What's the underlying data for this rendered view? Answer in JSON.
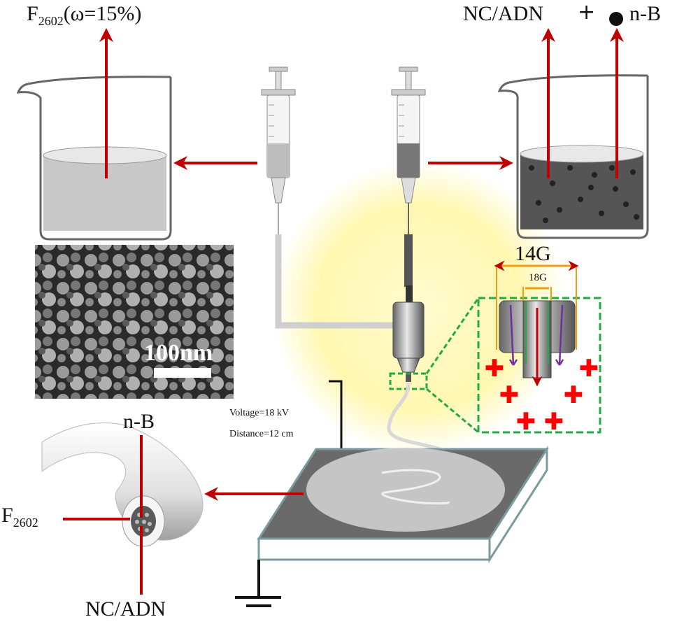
{
  "labels": {
    "left_beaker_main": "F",
    "left_beaker_sub": "2602",
    "left_beaker_rest": "(ω=15%)",
    "right_beaker_a": "NC/ADN",
    "right_beaker_plus": "+",
    "right_beaker_b": "n-B",
    "needle_outer": "14G",
    "needle_inner": "18G",
    "sem_scale": "100nm",
    "voltage": "Voltage=18 kV",
    "distance": "Distance=12 cm",
    "fiber_top": "n-B",
    "fiber_left_main": "F",
    "fiber_left_sub": "2602",
    "fiber_bottom": "NC/ADN"
  },
  "colors": {
    "arrow": "#c00000",
    "zoom_box": "#22aa44",
    "needle_dim": "#f39c12",
    "field_lines": "#7030a0",
    "charge": "#ff0000",
    "glow": "#fff7b0"
  },
  "icons": [
    "beaker-icon",
    "syringe-icon",
    "coaxial-needle-icon",
    "collector-plate-icon",
    "ground-icon",
    "fiber-icon",
    "sem-image"
  ]
}
